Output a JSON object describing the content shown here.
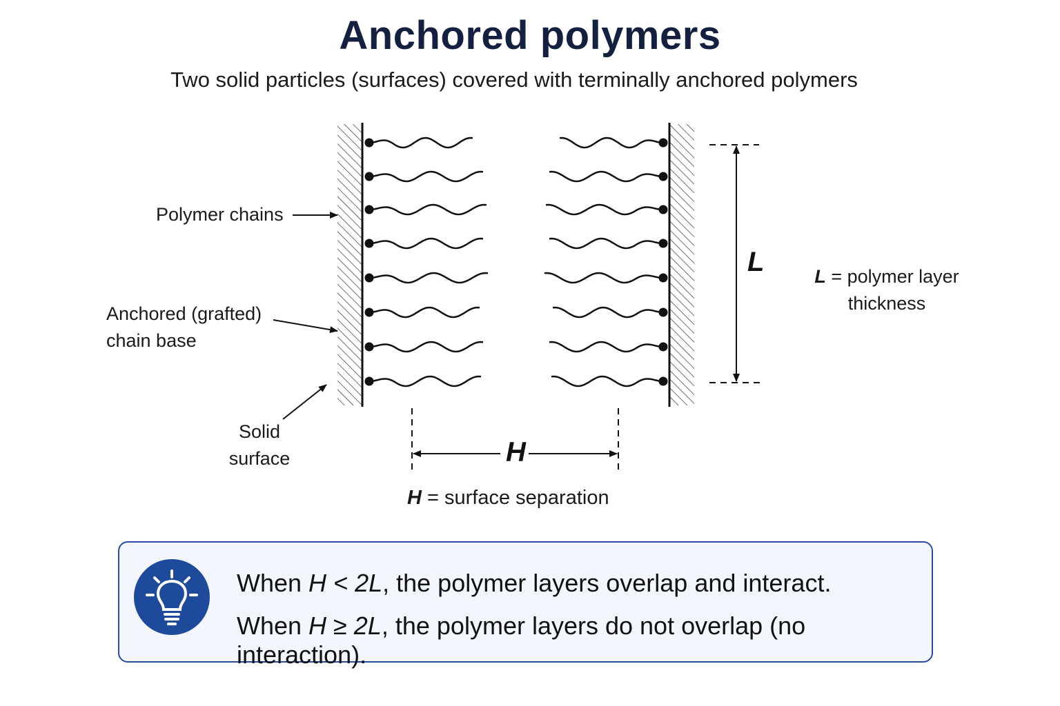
{
  "title": "Anchored polymers",
  "subtitle": "Two solid particles (surfaces) covered with terminally anchored polymers",
  "labels": {
    "polymer_chains": "Polymer chains",
    "anchored_base_1": "Anchored (grafted)",
    "anchored_base_2": "chain base",
    "solid_surface_1": "Solid",
    "solid_surface_2": "surface"
  },
  "dimensions": {
    "L_symbol": "L",
    "H_symbol": "H",
    "L_def_symbol": "L",
    "L_def_text_1": " = polymer layer",
    "L_def_text_2": "thickness",
    "H_def_symbol": "H",
    "H_def_text": " = surface separation"
  },
  "note": {
    "line1_prefix": "When ",
    "line1_math": "H < 2L",
    "line1_suffix": ", the polymer layers overlap and interact.",
    "line2_prefix": "When ",
    "line2_math": "H ≥ 2L",
    "line2_suffix": ", the polymer layers do not overlap (no interaction).",
    "icon": "lightbulb-icon"
  },
  "colors": {
    "title": "#13203f",
    "box_border": "#2a4aa8",
    "box_fill": "#f3f6fc",
    "icon_circle": "#1d4a9a"
  }
}
